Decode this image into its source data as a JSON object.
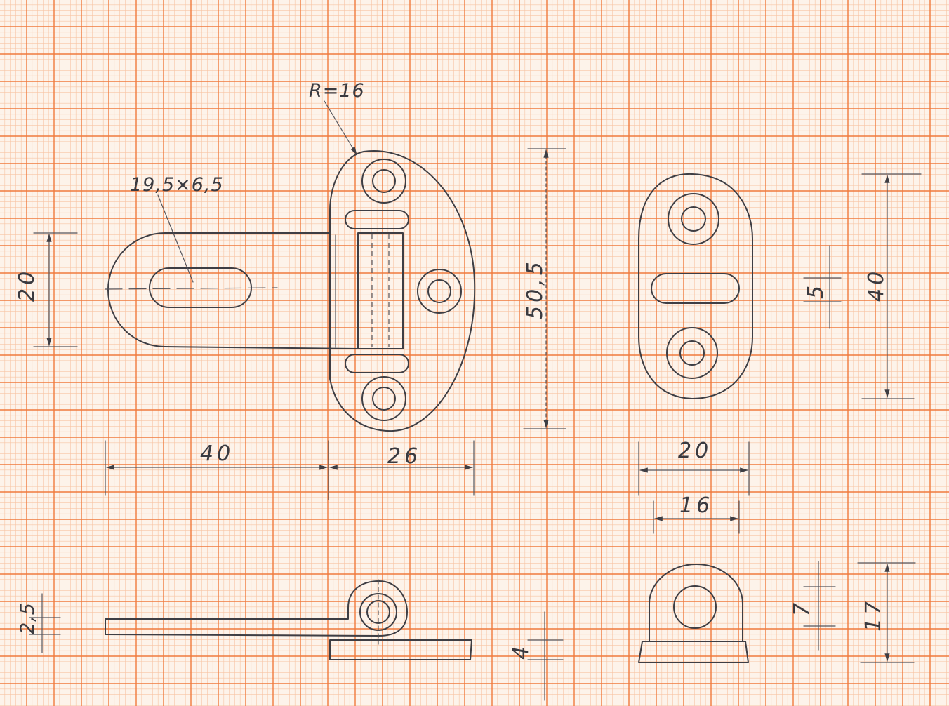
{
  "grid": {
    "major_color": "#f07a3c",
    "minor_color": "#f7c4a4",
    "paper_color": "#fdf3ea"
  },
  "ink_color": "#3e3e44",
  "annotations": {
    "radius_note": "R=16",
    "slot_note": "19,5×6,5"
  },
  "dimensions": {
    "tab_width": "20",
    "tab_length": "40",
    "plate_depth": "26",
    "plate_height": "50,5",
    "keeper_height": "40",
    "keeper_slot_width": "5",
    "keeper_width": "20",
    "keeper_hole_spacing": "16",
    "hasp_thickness": "2,5",
    "plate_thickness": "4",
    "loop_diameter": "7",
    "keeper_total_height": "17"
  }
}
